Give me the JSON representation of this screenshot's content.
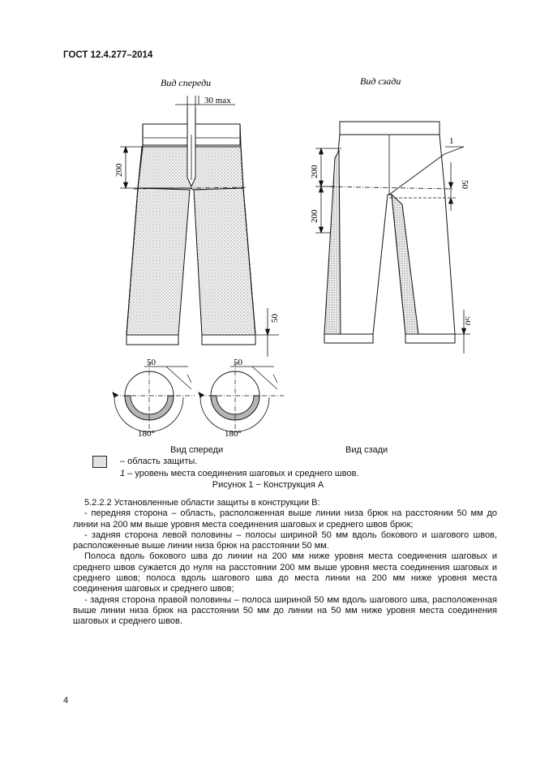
{
  "header": {
    "standard": "ГОСТ 12.4.277–2014"
  },
  "figure": {
    "front_view_label": "Вид спереди",
    "back_view_label": "Вид сзади",
    "dims": {
      "d30max": "30 max",
      "d200": "200",
      "d50": "50",
      "d180": "180°",
      "callout1": "1"
    }
  },
  "captions": {
    "front": "Вид спереди",
    "back": "Вид сзади",
    "legend": "– область защиты.",
    "note_num": "1",
    "note_text": " – уровень места соединения шаговых и среднего швов.",
    "figure_title": "Рисунок 1 − Конструкция А"
  },
  "body": {
    "p1": "5.2.2.2 Установленные области защиты в конструкции В:",
    "p2": "- передняя сторона – область, расположенная выше линии низа брюк на расстоянии 50 мм до линии на 200 мм выше уровня места соединения шаговых и среднего швов брюк;",
    "p3": "- задняя сторона левой половины – полосы шириной 50 мм вдоль бокового и шагового швов, расположенные выше линии низа брюк на расстоянии 50 мм.",
    "p4": "Полоса вдоль бокового шва  до линии на 200 мм ниже уровня места соединения шаговых  и  среднего  швов  сужается до нуля на расстоянии 200 мм выше уровня места  соединения  шаговых  и  среднего  швов;  полоса  вдоль шагового шва  до места линии на 200 мм ниже уровня места соединения шаговых и среднего швов;",
    "p5": "- задняя сторона правой половины – полоса шириной 50 мм вдоль шагового   шва, расположенная  выше  линии низа брюк на расстоянии 50 мм до линии на 50 мм ниже уровня места соединения шаговых и среднего швов."
  },
  "footer": {
    "page_number": "4"
  }
}
